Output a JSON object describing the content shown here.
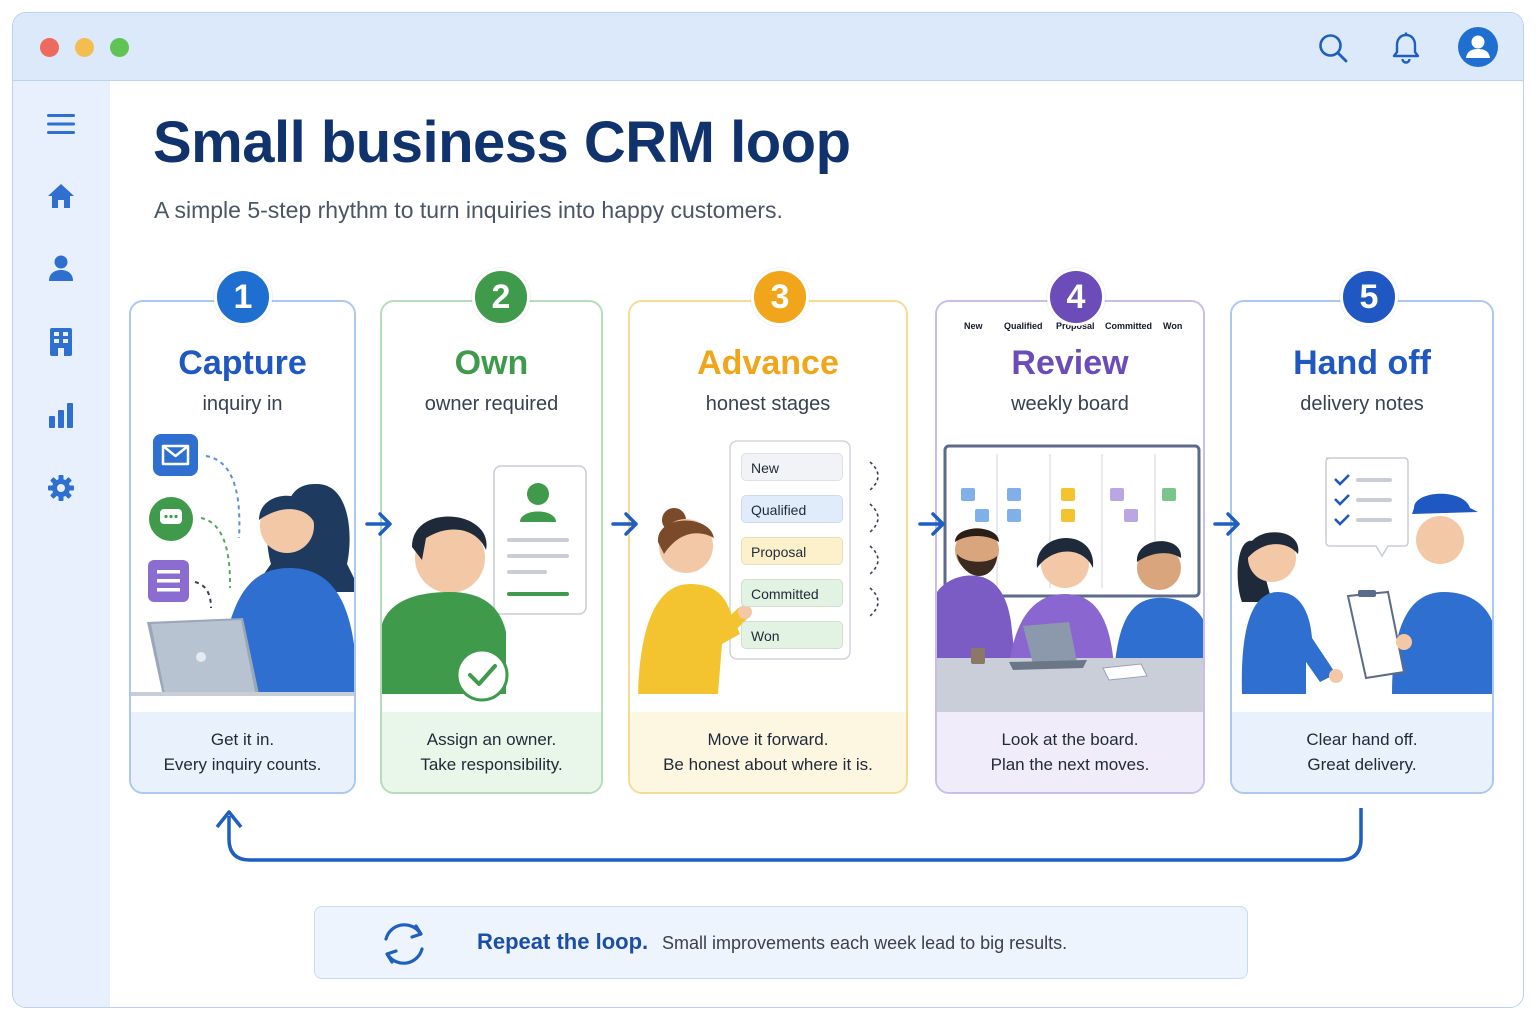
{
  "window": {
    "controls": [
      {
        "name": "close",
        "color": "#ee6a5f"
      },
      {
        "name": "minimize",
        "color": "#f4bd4f"
      },
      {
        "name": "maximize",
        "color": "#5fc453"
      }
    ],
    "toolbar_icons": [
      "search-icon",
      "bell-icon",
      "user-avatar-icon"
    ]
  },
  "sidebar": {
    "items": [
      {
        "icon": "menu-icon"
      },
      {
        "icon": "home-icon"
      },
      {
        "icon": "person-icon"
      },
      {
        "icon": "building-icon"
      },
      {
        "icon": "bar-chart-icon"
      },
      {
        "icon": "settings-gear-icon"
      }
    ]
  },
  "header": {
    "title": "Small business CRM loop",
    "subtitle": "A simple 5-step rhythm to turn inquiries into happy customers."
  },
  "steps": [
    {
      "number": "1",
      "title": "Capture",
      "subtitle": "inquiry in",
      "footer_line1": "Get it in.",
      "footer_line2": "Every inquiry counts.",
      "accent": "#1f6fd1",
      "border": "#a9c9f0",
      "footer_bg": "#e8f1fc"
    },
    {
      "number": "2",
      "title": "Own",
      "subtitle": "owner required",
      "footer_line1": "Assign an owner.",
      "footer_line2": "Take responsibility.",
      "accent": "#3f9a4c",
      "border": "#b5dcbb",
      "footer_bg": "#e9f6ea"
    },
    {
      "number": "3",
      "title": "Advance",
      "subtitle": "honest stages",
      "footer_line1": "Move it forward.",
      "footer_line2": "Be honest about where it is.",
      "accent": "#f0a51b",
      "border": "#f5dc96",
      "footer_bg": "#fdf6e1"
    },
    {
      "number": "4",
      "title": "Review",
      "subtitle": "weekly board",
      "footer_line1": "Look at the board.",
      "footer_line2": "Plan the next moves.",
      "accent": "#6b4cb8",
      "border": "#cbbde9",
      "footer_bg": "#f1ecfa"
    },
    {
      "number": "5",
      "title": "Hand off",
      "subtitle": "delivery notes",
      "footer_line1": "Clear hand off.",
      "footer_line2": "Great delivery.",
      "accent": "#1f58c2",
      "border": "#a9c9f0",
      "footer_bg": "#e8f1fc"
    }
  ],
  "stages": [
    "New",
    "Qualified",
    "Proposal",
    "Committed",
    "Won"
  ],
  "board_columns": [
    "New",
    "Qualified",
    "Proposal",
    "Committed",
    "Won"
  ],
  "banner": {
    "strong": "Repeat the loop.",
    "text": "Small improvements each week lead to big results."
  }
}
